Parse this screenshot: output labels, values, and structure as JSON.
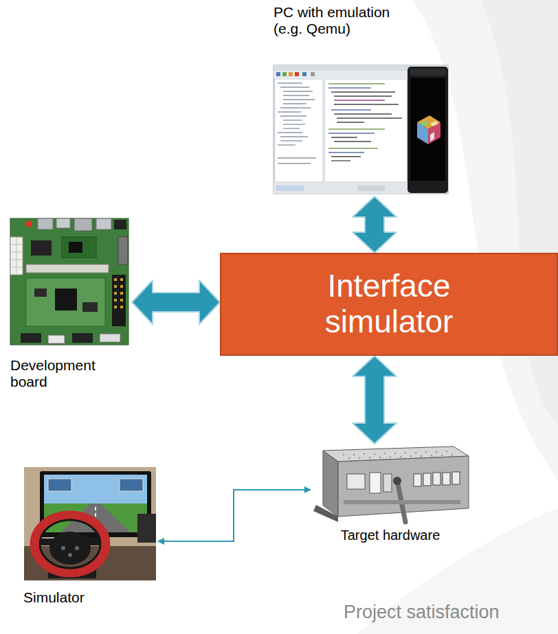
{
  "diagram": {
    "nodes": [
      {
        "text": [
          "PC with emulation (e.g. Qemu)"
        ]
      },
      {
        "text": [
          "Development board"
        ]
      },
      {
        "text": [
          "Interface simulator"
        ]
      },
      {
        "text": [
          "Target hardware"
        ]
      },
      {
        "text": [
          "Simulator"
        ]
      }
    ],
    "edges": [
      {
        "from": 2,
        "to": 0,
        "arrow": "both"
      },
      {
        "from": 2,
        "to": 1,
        "arrow": "both"
      },
      {
        "from": 2,
        "to": 3,
        "arrow": "both"
      },
      {
        "from": 3,
        "to": 4,
        "arrow": "both"
      }
    ],
    "labels": [
      "Project satisfaction"
    ]
  }
}
